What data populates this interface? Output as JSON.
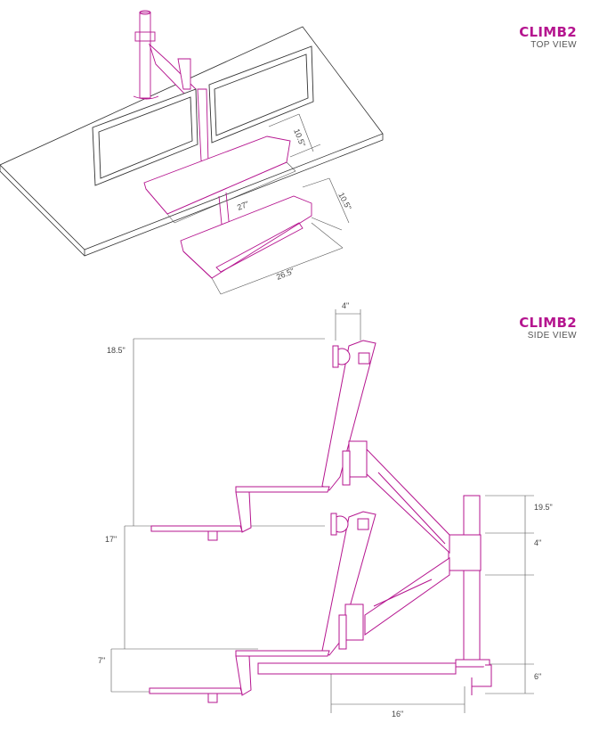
{
  "colors": {
    "accent": "#b5158f",
    "line": "#333333",
    "dim": "#555555"
  },
  "top_view": {
    "title": "CLIMB2",
    "subtitle": "TOP VIEW",
    "dimensions": {
      "upper_depth": "10.5\"",
      "upper_width": "27\"",
      "lower_depth": "10.5\"",
      "lower_width": "26.5\""
    }
  },
  "side_view": {
    "title": "CLIMB2",
    "subtitle": "SIDE VIEW",
    "dimensions": {
      "monitor_depth": "4\"",
      "upper_height": "18.5\"",
      "middle_height": "17\"",
      "lower_height": "7\"",
      "pole_top": "19.5\"",
      "pole_mid": "4\"",
      "pole_bottom": "6\"",
      "base_depth": "16\""
    }
  }
}
